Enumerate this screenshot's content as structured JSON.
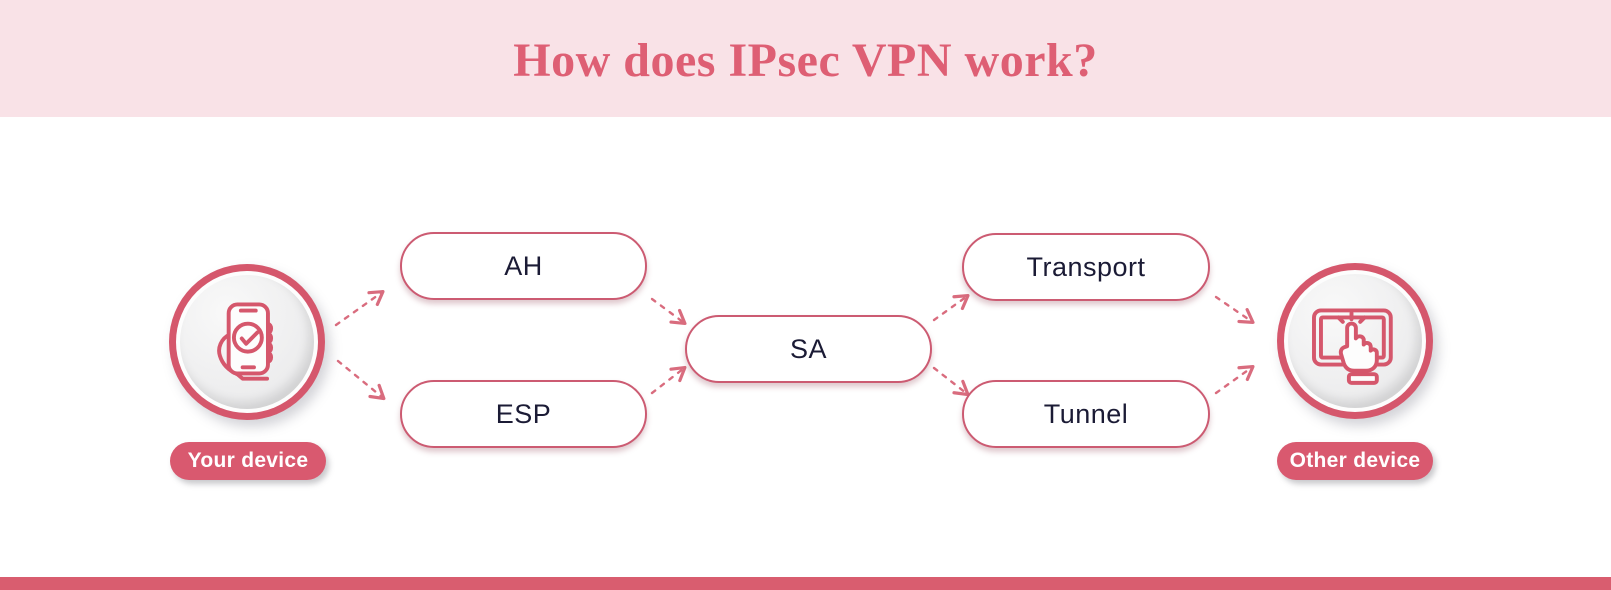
{
  "title": "How does IPsec VPN work?",
  "devices": {
    "left": {
      "label": "Your device",
      "icon": "phone-check-icon"
    },
    "right": {
      "label": "Other device",
      "icon": "tablet-touch-icon"
    }
  },
  "nodes": [
    {
      "id": "ah",
      "label": "AH"
    },
    {
      "id": "esp",
      "label": "ESP"
    },
    {
      "id": "sa",
      "label": "SA"
    },
    {
      "id": "transport",
      "label": "Transport"
    },
    {
      "id": "tunnel",
      "label": "Tunnel"
    }
  ],
  "connections": [
    {
      "from": "Your device",
      "to": "AH"
    },
    {
      "from": "Your device",
      "to": "ESP"
    },
    {
      "from": "AH",
      "to": "SA"
    },
    {
      "from": "ESP",
      "to": "SA"
    },
    {
      "from": "SA",
      "to": "Transport"
    },
    {
      "from": "SA",
      "to": "Tunnel"
    },
    {
      "from": "Transport",
      "to": "Other device"
    },
    {
      "from": "Tunnel",
      "to": "Other device"
    }
  ],
  "colors": {
    "header_band": "#f9e2e7",
    "title_text": "#de5f74",
    "pill_border": "#cc5b72",
    "node_text": "#1b1b35",
    "arrow": "#d96c7e",
    "badge_ring": "#d5576c",
    "label_pill": "#d9596f",
    "bottom_bar": "#d95d6f"
  }
}
